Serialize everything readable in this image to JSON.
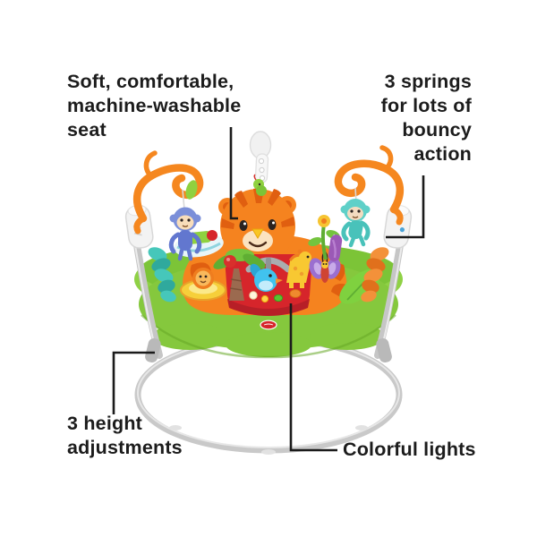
{
  "image_type": "annotated-product-diagram",
  "callouts": {
    "seat": {
      "lines": [
        "Soft, comfortable,",
        "machine-washable",
        "seat"
      ],
      "align": "left",
      "points_to": "tiger-seat"
    },
    "springs": {
      "lines": [
        "3 springs",
        "for lots of",
        "bouncy",
        "action"
      ],
      "align": "right",
      "points_to": "spring-housing-right"
    },
    "height": {
      "lines": [
        "3 height",
        "adjustments"
      ],
      "align": "left",
      "points_to": "frame-leg-left"
    },
    "lights": {
      "lines": [
        "Colorful lights"
      ],
      "align": "left",
      "points_to": "console-lights"
    }
  },
  "illustration": {
    "name": "baby-activity-jumper",
    "parts": [
      "frame-base-hoop",
      "frame-leg-left",
      "frame-leg-right",
      "spring-housing-left",
      "spring-housing-right",
      "spring-cover-teal-left",
      "spring-cover-orange-right",
      "toy-spiral-arm-left",
      "toy-spiral-arm-right",
      "monkey-toy-blue-left",
      "monkey-toy-teal-right",
      "teether-strap-top",
      "caterpillar-toy",
      "tiger-seat",
      "toy-tray-green",
      "red-activity-console",
      "console-lights",
      "lion-dish-toy",
      "palm-tree-toy",
      "blue-bird-toy",
      "giraffe-toy",
      "butterfly-toy",
      "flower-stem-toy",
      "purple-dangler-toy",
      "fisher-price-logo"
    ]
  },
  "colors": {
    "background": "#ffffff",
    "label_text": "#1c1c1c",
    "callout_line": "#1b1b1b",
    "tray_green": "#85c83d",
    "tray_green_dark": "#66a827",
    "tiger_orange": "#f5831f",
    "tiger_stripe": "#e05f10",
    "console_red": "#d6252b",
    "frame_grey": "#c6c6c6",
    "spring_teal": "#41c0b4",
    "spring_orange": "#ef8a2e",
    "monkey_blue": "#7b8fd9",
    "monkey_teal": "#5fd0c8",
    "logo_red": "#d6252b"
  }
}
